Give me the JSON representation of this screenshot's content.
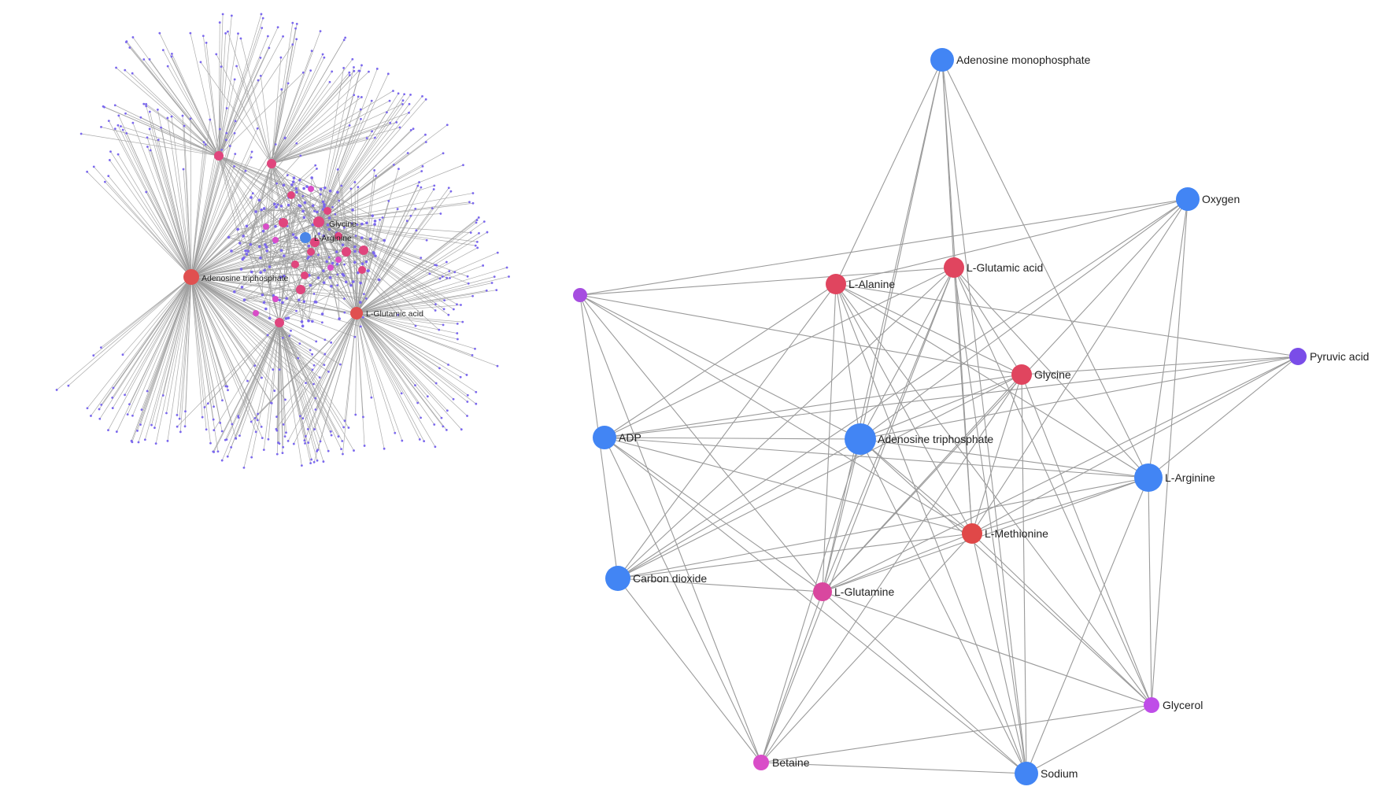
{
  "overview_network": {
    "labels": [
      {
        "id": "atp",
        "text": "Adenosine triphosphate"
      },
      {
        "id": "glu",
        "text": "L-Glutamic acid"
      },
      {
        "id": "gly",
        "text": "Glycine"
      },
      {
        "id": "arg",
        "text": "L-Arginine"
      }
    ],
    "colors": {
      "hub": "#e05050",
      "pink": "#e0457d",
      "magenta": "#d94dc8",
      "leaf": "#7b68ee",
      "blue": "#4a86e8"
    }
  },
  "detail_network": {
    "nodes": [
      {
        "id": "amp",
        "label": "Adenosine monophosphate",
        "color": "#4285f4"
      },
      {
        "id": "oxygen",
        "label": "Oxygen",
        "color": "#4285f4"
      },
      {
        "id": "glu",
        "label": "L-Glutamic acid",
        "color": "#e0455f"
      },
      {
        "id": "ala",
        "label": "L-Alanine",
        "color": "#e0455f"
      },
      {
        "id": "unl",
        "label": "",
        "color": "#a64de0"
      },
      {
        "id": "pyr",
        "label": "Pyruvic acid",
        "color": "#7a4de8"
      },
      {
        "id": "gly",
        "label": "Glycine",
        "color": "#e0455f"
      },
      {
        "id": "adp",
        "label": "ADP",
        "color": "#4285f4"
      },
      {
        "id": "atp",
        "label": "Adenosine triphosphate",
        "color": "#4285f4"
      },
      {
        "id": "arg",
        "label": "L-Arginine",
        "color": "#4285f4"
      },
      {
        "id": "met",
        "label": "L-Methionine",
        "color": "#e04848"
      },
      {
        "id": "co2",
        "label": "Carbon dioxide",
        "color": "#4285f4"
      },
      {
        "id": "gln",
        "label": "L-Glutamine",
        "color": "#d9479f"
      },
      {
        "id": "glycerol",
        "label": "Glycerol",
        "color": "#bf4de8"
      },
      {
        "id": "betaine",
        "label": "Betaine",
        "color": "#d94dc8"
      },
      {
        "id": "sodium",
        "label": "Sodium",
        "color": "#4285f4"
      }
    ],
    "edges": [
      [
        "amp",
        "ala"
      ],
      [
        "amp",
        "atp"
      ],
      [
        "amp",
        "met"
      ],
      [
        "amp",
        "arg"
      ],
      [
        "amp",
        "gln"
      ],
      [
        "amp",
        "glu"
      ],
      [
        "amp",
        "sodium"
      ],
      [
        "oxygen",
        "unl"
      ],
      [
        "oxygen",
        "atp"
      ],
      [
        "oxygen",
        "co2"
      ],
      [
        "oxygen",
        "gln"
      ],
      [
        "oxygen",
        "arg"
      ],
      [
        "oxygen",
        "glycerol"
      ],
      [
        "oxygen",
        "ala"
      ],
      [
        "oxygen",
        "met"
      ],
      [
        "glu",
        "unl"
      ],
      [
        "glu",
        "adp"
      ],
      [
        "glu",
        "atp"
      ],
      [
        "glu",
        "met"
      ],
      [
        "glu",
        "gln"
      ],
      [
        "glu",
        "arg"
      ],
      [
        "glu",
        "glycerol"
      ],
      [
        "glu",
        "co2"
      ],
      [
        "glu",
        "betaine"
      ],
      [
        "glu",
        "sodium"
      ],
      [
        "glu",
        "gly"
      ],
      [
        "ala",
        "adp"
      ],
      [
        "ala",
        "co2"
      ],
      [
        "ala",
        "atp"
      ],
      [
        "ala",
        "gly"
      ],
      [
        "ala",
        "arg"
      ],
      [
        "ala",
        "met"
      ],
      [
        "ala",
        "gln"
      ],
      [
        "ala",
        "glycerol"
      ],
      [
        "ala",
        "sodium"
      ],
      [
        "ala",
        "pyr"
      ],
      [
        "unl",
        "atp"
      ],
      [
        "unl",
        "co2"
      ],
      [
        "unl",
        "gln"
      ],
      [
        "unl",
        "met"
      ],
      [
        "unl",
        "betaine"
      ],
      [
        "unl",
        "gly"
      ],
      [
        "pyr",
        "gly"
      ],
      [
        "pyr",
        "arg"
      ],
      [
        "pyr",
        "atp"
      ],
      [
        "pyr",
        "adp"
      ],
      [
        "pyr",
        "gln"
      ],
      [
        "pyr",
        "met"
      ],
      [
        "gly",
        "atp"
      ],
      [
        "gly",
        "adp"
      ],
      [
        "gly",
        "met"
      ],
      [
        "gly",
        "gln"
      ],
      [
        "gly",
        "co2"
      ],
      [
        "gly",
        "sodium"
      ],
      [
        "gly",
        "glycerol"
      ],
      [
        "gly",
        "betaine"
      ],
      [
        "adp",
        "atp"
      ],
      [
        "adp",
        "arg"
      ],
      [
        "adp",
        "met"
      ],
      [
        "adp",
        "betaine"
      ],
      [
        "adp",
        "sodium"
      ],
      [
        "adp",
        "gln"
      ],
      [
        "atp",
        "arg"
      ],
      [
        "atp",
        "met"
      ],
      [
        "atp",
        "gln"
      ],
      [
        "atp",
        "glycerol"
      ],
      [
        "atp",
        "betaine"
      ],
      [
        "atp",
        "sodium"
      ],
      [
        "atp",
        "co2"
      ],
      [
        "arg",
        "met"
      ],
      [
        "arg",
        "gln"
      ],
      [
        "arg",
        "glycerol"
      ],
      [
        "arg",
        "sodium"
      ],
      [
        "arg",
        "co2"
      ],
      [
        "met",
        "co2"
      ],
      [
        "met",
        "gln"
      ],
      [
        "met",
        "glycerol"
      ],
      [
        "met",
        "betaine"
      ],
      [
        "met",
        "sodium"
      ],
      [
        "co2",
        "gln"
      ],
      [
        "co2",
        "betaine"
      ],
      [
        "gln",
        "betaine"
      ],
      [
        "gln",
        "glycerol"
      ],
      [
        "gln",
        "sodium"
      ],
      [
        "glycerol",
        "betaine"
      ],
      [
        "glycerol",
        "sodium"
      ],
      [
        "betaine",
        "sodium"
      ]
    ]
  }
}
